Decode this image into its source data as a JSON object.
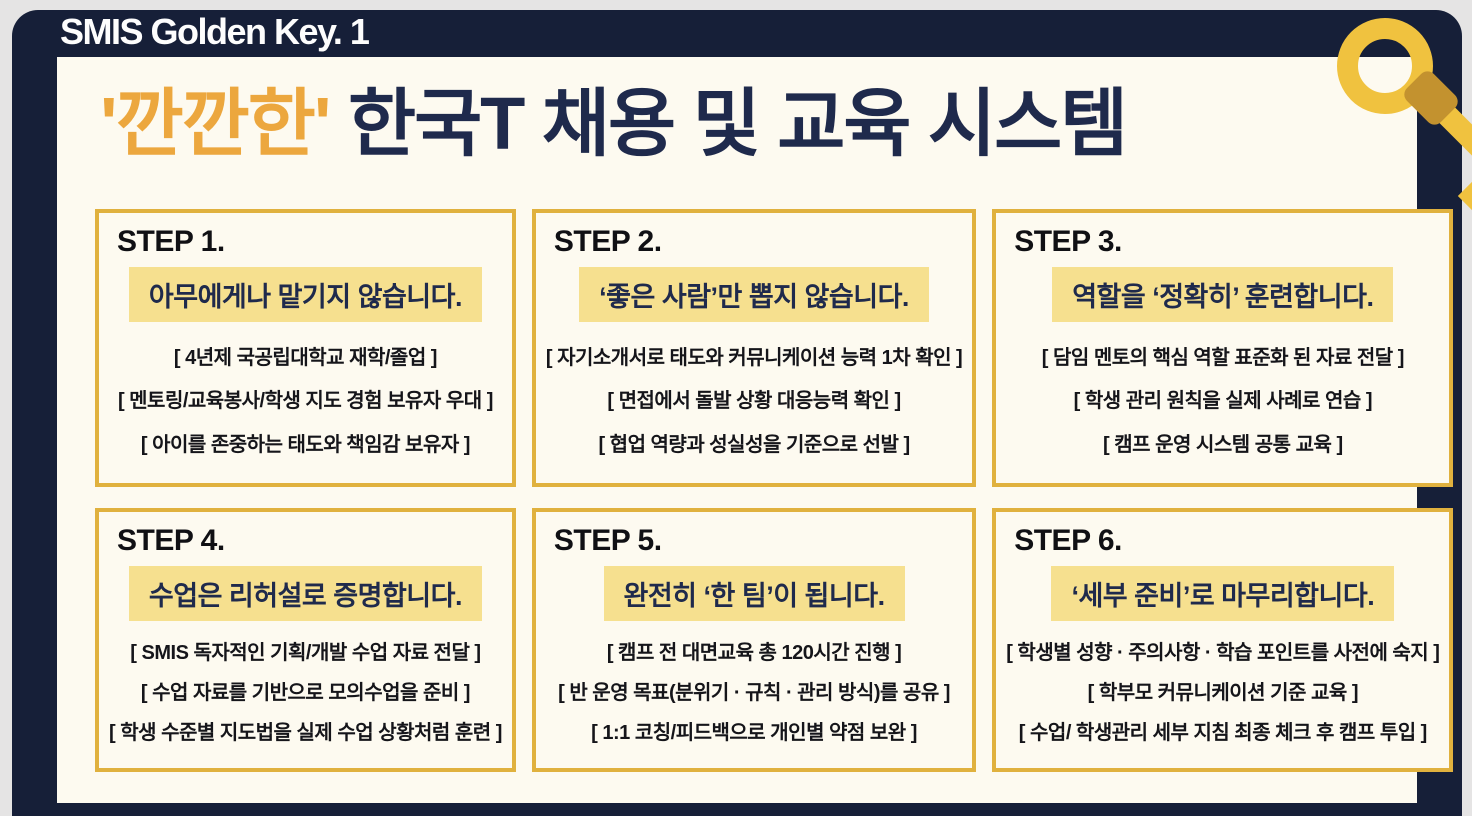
{
  "header": {
    "badge": "SMIS Golden Key. 1"
  },
  "title": {
    "highlight": "'깐깐한'",
    "rest": " 한국T 채용 및 교육 시스템"
  },
  "steps": [
    {
      "label": "STEP 1.",
      "headline": "아무에게나 맡기지 않습니다.",
      "items": [
        "[ 4년제 국공립대학교 재학/졸업 ]",
        "[ 멘토링/교육봉사/학생 지도 경험 보유자 우대 ]",
        "[ 아이를 존중하는 태도와 책임감 보유자 ]"
      ]
    },
    {
      "label": "STEP 2.",
      "headline": "‘좋은 사람’만 뽑지 않습니다.",
      "items": [
        "[ 자기소개서로 태도와 커뮤니케이션 능력 1차 확인 ]",
        "[ 면접에서 돌발 상황 대응능력 확인 ]",
        "[ 협업 역량과 성실성을 기준으로 선발 ]"
      ]
    },
    {
      "label": "STEP 3.",
      "headline": "역할을 ‘정확히’ 훈련합니다.",
      "items": [
        "[ 담임 멘토의 핵심 역할 표준화 된 자료 전달 ]",
        "[ 학생 관리 원칙을 실제 사례로 연습 ]",
        "[ 캠프 운영 시스템 공통 교육 ]"
      ]
    },
    {
      "label": "STEP 4.",
      "headline": "수업은 리허설로 증명합니다.",
      "items": [
        "[ SMIS 독자적인 기획/개발 수업 자료 전달 ]",
        "[ 수업 자료를 기반으로 모의수업을 준비 ]",
        "[ 학생 수준별 지도법을 실제 수업 상황처럼 훈련 ]"
      ]
    },
    {
      "label": "STEP 5.",
      "headline": "완전히 ‘한 팀’이 됩니다.",
      "items": [
        "[ 캠프 전 대면교육 총 120시간 진행 ]",
        "[ 반 운영 목표(분위기 · 규칙 · 관리 방식)를 공유 ]",
        "[ 1:1 코칭/피드백으로 개인별 약점 보완 ]"
      ]
    },
    {
      "label": "STEP 6.",
      "headline": "‘세부 준비’로 마무리합니다.",
      "items": [
        "[ 학생별 성향 · 주의사항 · 학습 포인트를 사전에 숙지 ]",
        "[ 학부모 커뮤니케이션 기준 교육 ]",
        "[ 수업/ 학생관리 세부 지침 최종 체크 후 캠프 투입 ]"
      ]
    }
  ],
  "decor": {
    "magnifier_icon": "magnifier-icon"
  },
  "colors": {
    "frame_navy": "#161F38",
    "panel_cream": "#FDFAF0",
    "outer_gray": "#E5E4E4",
    "box_border_gold": "#E0B13E",
    "highlight_yellow": "#F6E08F",
    "title_accent_orange": "#ECA73E",
    "title_navy": "#1F2A4C",
    "magnifier_gold": "#F0C23F",
    "magnifier_collar": "#C3922F",
    "badge_white": "#FDFDFD"
  }
}
